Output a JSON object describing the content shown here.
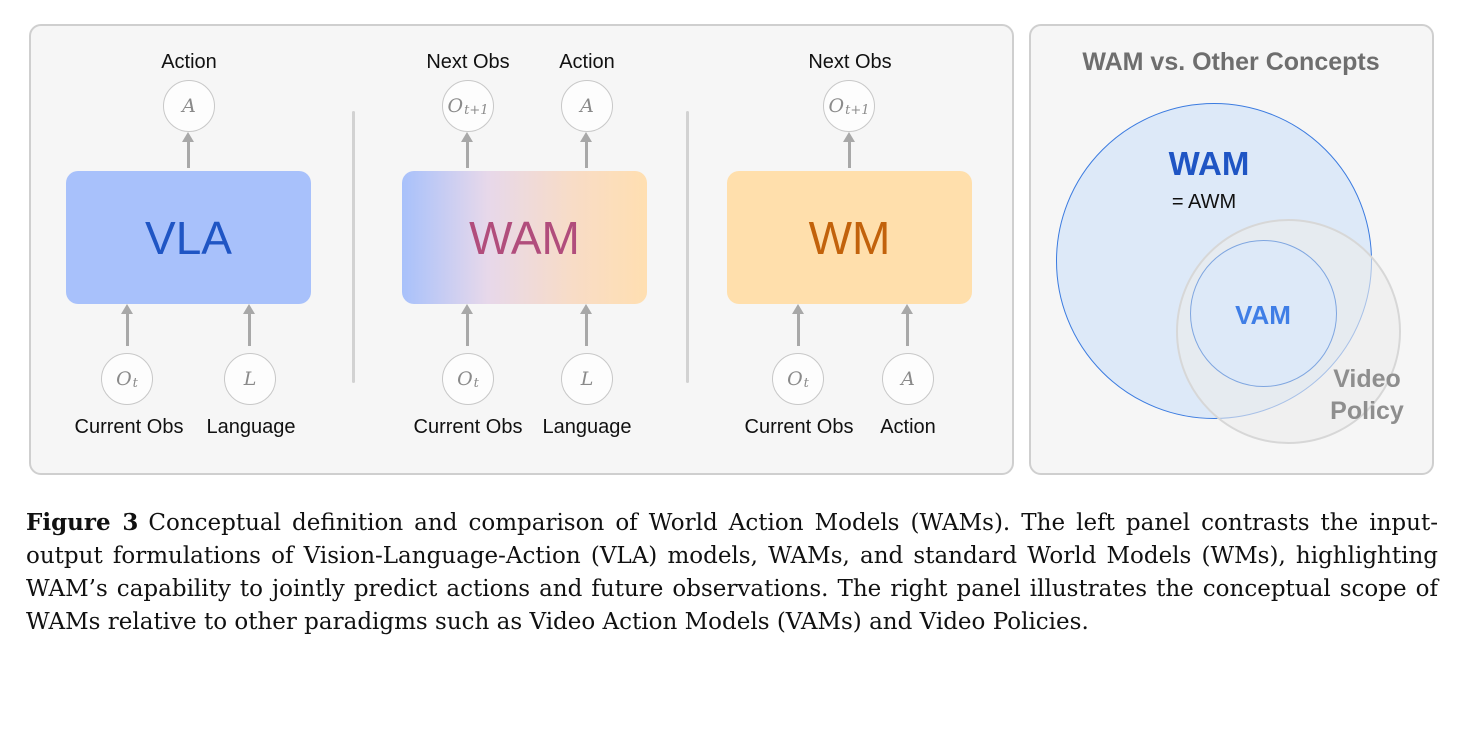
{
  "left_panel": {
    "vla": {
      "title": "VLA",
      "outputs": [
        {
          "label": "Action",
          "symbol": "A",
          "sub": ""
        }
      ],
      "inputs": [
        {
          "label": "Current Obs",
          "symbol": "O",
          "sub": "t"
        },
        {
          "label": "Language",
          "symbol": "L",
          "sub": ""
        }
      ]
    },
    "wam": {
      "title": "WAM",
      "outputs": [
        {
          "label": "Next Obs",
          "symbol": "O",
          "sub": "t+1"
        },
        {
          "label": "Action",
          "symbol": "A",
          "sub": ""
        }
      ],
      "inputs": [
        {
          "label": "Current Obs",
          "symbol": "O",
          "sub": "t"
        },
        {
          "label": "Language",
          "symbol": "L",
          "sub": ""
        }
      ]
    },
    "wm": {
      "title": "WM",
      "outputs": [
        {
          "label": "Next Obs",
          "symbol": "O",
          "sub": "t+1"
        }
      ],
      "inputs": [
        {
          "label": "Current Obs",
          "symbol": "O",
          "sub": "t"
        },
        {
          "label": "Action",
          "symbol": "A",
          "sub": ""
        }
      ]
    }
  },
  "right_panel": {
    "title": "WAM vs. Other Concepts",
    "wam_label": "WAM",
    "wam_alias": "= AWM",
    "vam_label": "VAM",
    "video_policy_line1": "Video",
    "video_policy_line2": "Policy"
  },
  "caption": {
    "label": "Figure 3",
    "text": "Conceptual definition and comparison of World Action Models (WAMs). The left panel contrasts the input-output formulations of Vision-Language-Action (VLA) models, WAMs, and standard World Models (WMs), highlighting WAM’s capability to jointly predict actions and future observations. The right panel illustrates the conceptual scope of WAMs relative to other paradigms such as Video Action Models (VAMs) and Video Policies."
  },
  "colors": {
    "vla_box": "#a8c1fb",
    "vla_text": "#1f55c4",
    "wam_text": "#b14d7c",
    "wm_box": "#ffdfac",
    "wm_text": "#c2620b",
    "wam_circle_border": "#3b7be0",
    "vam_text": "#3f7ee6"
  }
}
